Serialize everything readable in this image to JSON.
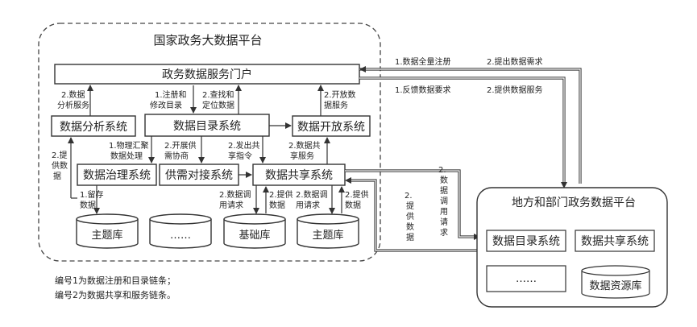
{
  "national_platform": {
    "title": "国家政务大数据平台",
    "portal": "政务数据服务门户",
    "systems": {
      "analysis": "数据分析系统",
      "catalog": "数据目录系统",
      "open": "数据开放系统",
      "governance": "数据治理系统",
      "supply_demand": "供需对接系统",
      "sharing": "数据共享系统"
    },
    "databases": {
      "topic1": "主题库",
      "ellipsis": "……",
      "base": "基础库",
      "topic2": "主题库"
    },
    "edge_labels": {
      "analysis_service": [
        "2.数据",
        "分析服务"
      ],
      "register": [
        "1.注册和",
        "修改目录"
      ],
      "lookup": [
        "2.查找和",
        "定位数据"
      ],
      "open_service": [
        "2.开放数",
        "据服务"
      ],
      "provide_left": [
        "2.提",
        "供数",
        "据"
      ],
      "collect": [
        "1.物理汇聚",
        "数据处理"
      ],
      "supply_negotiate": [
        "2.开展供",
        "需协商"
      ],
      "share_cmd": [
        "2.发出共",
        "享指令"
      ],
      "share_service": [
        "2.数据共",
        "享服务"
      ],
      "retain": [
        "1.留存",
        "数据"
      ],
      "call_req_1": [
        "2.数据调",
        "用请求"
      ],
      "provide_1": [
        "2.提供",
        "数据"
      ],
      "call_req_2": [
        "2.数据调",
        "用请求"
      ],
      "provide_2": [
        "2.提供",
        "数据"
      ]
    }
  },
  "cross_labels": {
    "full_register": "1.数据全量注册",
    "submit_demand": "2.提出数据需求",
    "feedback": "1.反馈数据要求",
    "provide_service": "2.提供数据服务",
    "call_request_v": [
      "2.",
      "数",
      "据",
      "调",
      "用",
      "请",
      "求"
    ],
    "provide_data_v": [
      "2.",
      "提",
      "供",
      "数",
      "据"
    ]
  },
  "local_platform": {
    "title": "地方和部门政务数据平台",
    "catalog": "数据目录系统",
    "sharing": "数据共享系统",
    "ellipsis": "……",
    "resource_db": "数据资源库"
  },
  "notes": [
    "编号1为数据注册和目录链条；",
    "编号2为数据共享和服务链条。"
  ]
}
